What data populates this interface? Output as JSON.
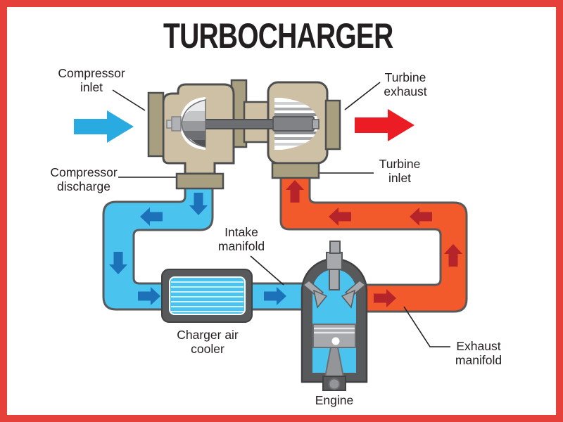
{
  "title": "TURBOCHARGER",
  "labels": {
    "compressor_inlet": "Compressor\ninlet",
    "compressor_discharge": "Compressor\ndischarge",
    "turbine_exhaust": "Turbine\nexhaust",
    "turbine_inlet": "Turbine\ninlet",
    "intake_manifold": "Intake\nmanifold",
    "charger_air_cooler": "Charger air\ncooler",
    "exhaust_manifold": "Exhaust\nmanifold",
    "engine": "Engine"
  },
  "colors": {
    "border_red": "#e6403a",
    "intake_pipe_blue": "#4ac4ee",
    "exhaust_pipe_orange": "#f2592b",
    "inlet_arrow_blue": "#29abe2",
    "exhaust_arrow_red": "#ec1c24",
    "flow_arrow_blue": "#1d71b8",
    "flow_arrow_dark_red": "#b5232b",
    "housing_tan": "#cec0a4",
    "flange_tan": "#a89e80",
    "metal_gray": "#58595b",
    "text_black": "#231f20"
  }
}
